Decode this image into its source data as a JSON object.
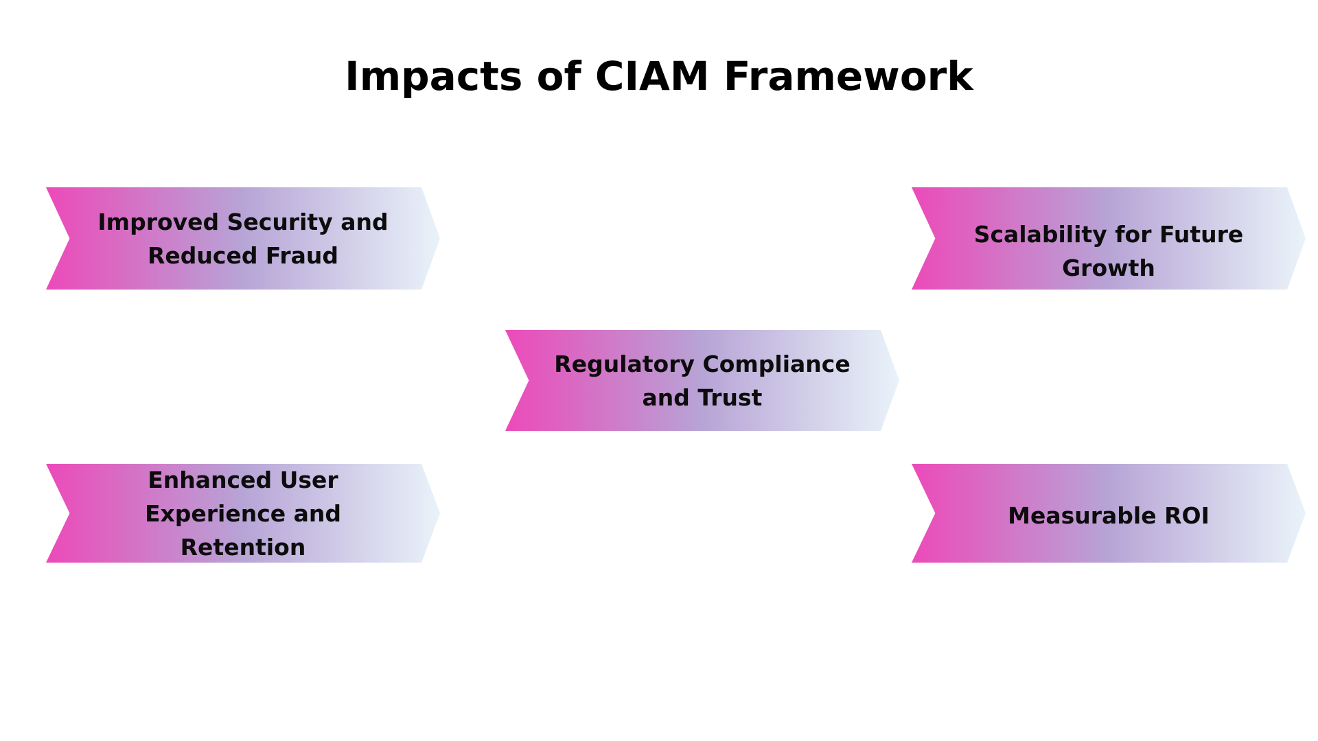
{
  "title": "Impacts of CIAM Framework",
  "colors": {
    "gradient_start": "#ec4ab9",
    "gradient_mid": "#b7a4d6",
    "gradient_end": "#e9f3f9",
    "text": "#0c0c0c",
    "background": "#ffffff"
  },
  "items": [
    {
      "label": "Improved Security and Reduced Fraud"
    },
    {
      "label": "Scalability for Future Growth"
    },
    {
      "label": "Regulatory Compliance and Trust"
    },
    {
      "label": "Enhanced User Experience and Retention"
    },
    {
      "label": "Measurable ROI"
    }
  ]
}
